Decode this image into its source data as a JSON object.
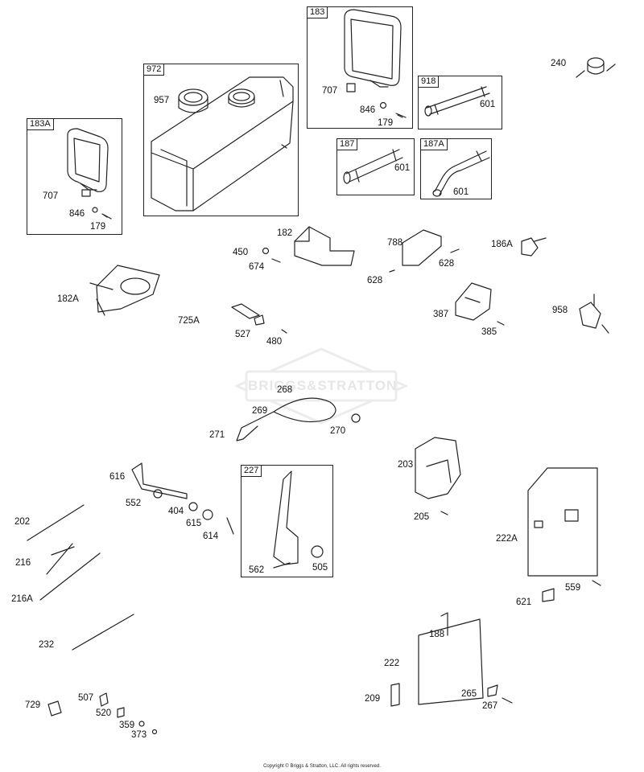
{
  "watermark": "BRIGGS&STRATTON",
  "copyright": "Copyright © Briggs & Stratton, LLC. All rights reserved.",
  "groups": {
    "g183A": "183A",
    "g972": "972",
    "g183": "183",
    "g918": "918",
    "g187": "187",
    "g187A": "187A",
    "g227": "227"
  },
  "parts": {
    "p183A_707": "707",
    "p183A_846": "846",
    "p183A_179": "179",
    "p957": "957",
    "p183_707": "707",
    "p183_846": "846",
    "p183_179": "179",
    "p918_601": "601",
    "p187_601": "601",
    "p187A_601": "601",
    "p240": "240",
    "p182": "182",
    "p450": "450",
    "p674": "674",
    "p788": "788",
    "p628a": "628",
    "p628b": "628",
    "p186A": "186A",
    "p182A": "182A",
    "p725A": "725A",
    "p527": "527",
    "p480": "480",
    "p387": "387",
    "p385": "385",
    "p958": "958",
    "p268": "268",
    "p269": "269",
    "p271": "271",
    "p270": "270",
    "p203": "203",
    "p205": "205",
    "p616": "616",
    "p552": "552",
    "p404": "404",
    "p615": "615",
    "p614": "614",
    "p202": "202",
    "p216": "216",
    "p216A": "216A",
    "p232": "232",
    "p562": "562",
    "p505": "505",
    "p222A": "222A",
    "p559": "559",
    "p621": "621",
    "p188": "188",
    "p222": "222",
    "p209": "209",
    "p265": "265",
    "p267": "267",
    "p729": "729",
    "p507": "507",
    "p520": "520",
    "p359": "359",
    "p373": "373"
  }
}
